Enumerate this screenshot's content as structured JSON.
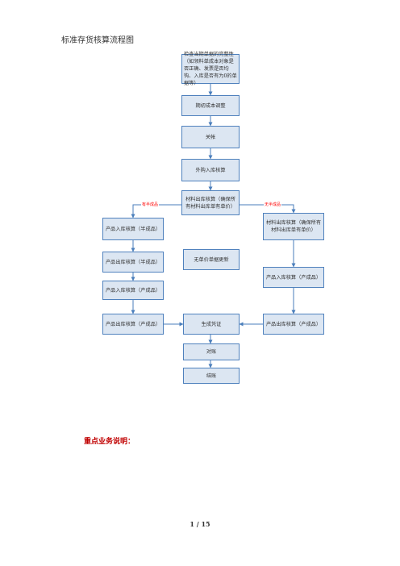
{
  "page": {
    "title": "标准存货核算流程图",
    "section_heading": "重点业务说明：",
    "page_number": "1 / 15"
  },
  "flowchart": {
    "check_docs": "检查当期单据的完整性（如领料单成本对象是否正确、发票是否均钩、入库是否有为0的单据等）",
    "opening_cost_adjust": "期初成本调整",
    "close_period": "关帐",
    "purchase_in_costing": "外购入库核算",
    "material_out_costing_top": "材料出库核算（确保所有材料出库单有单价）",
    "branch_semi": "有半成品",
    "branch_none": "无半成品",
    "semi_in_costing": "产品入库核算（半成品）",
    "semi_out_costing": "产品出库核算（半成品）",
    "finished_in_costing_left": "产品入库核算（产成品）",
    "finished_out_costing_left": "产品出库核算（产成品）",
    "no_price_update": "无单价单据更新",
    "material_out_costing_right": "材料出库核算（确保所有材料出库单有单价）",
    "finished_in_costing_right": "产品入库核算（产成品）",
    "finished_out_costing_right": "产品出库核算（产成品）",
    "generate_voucher": "生成凭证",
    "reconcile": "对账",
    "settle": "结账"
  },
  "colors": {
    "box_fill": "#dce6f2",
    "box_border": "#4f81bd",
    "arrow": "#4a7ebb",
    "branch_label": "#ff0000",
    "section_heading": "#c00000"
  }
}
